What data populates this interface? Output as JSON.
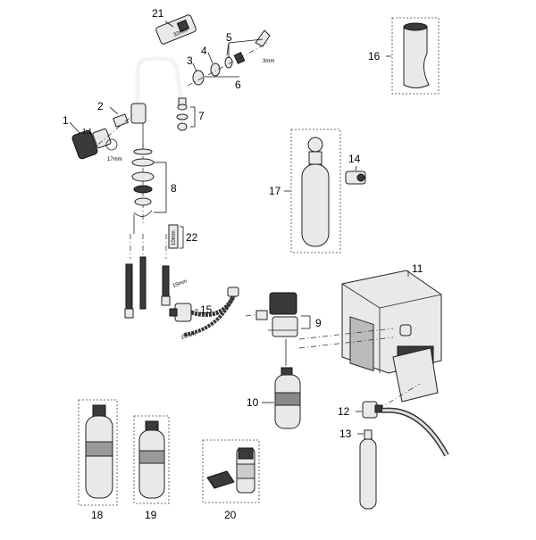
{
  "callouts": {
    "c1": "1",
    "c1_1": "1.1.",
    "c2": "2",
    "c3": "3",
    "c4": "4",
    "c5": "5",
    "c6": "6",
    "c7": "7",
    "c8": "8",
    "c9": "9",
    "c10": "10",
    "c11": "11",
    "c12": "12",
    "c13": "13",
    "c14": "14",
    "c15": "15",
    "c16": "16",
    "c17": "17",
    "c18": "18",
    "c19": "19",
    "c20": "20",
    "c21": "21",
    "c22": "22"
  },
  "dimensions": {
    "d17mm": "17mm",
    "d3mm": "3mm",
    "d19mm_a": "19mm",
    "d19mm_b": "19mm",
    "d32mm": "32mm",
    "d10mm": "10mm"
  }
}
